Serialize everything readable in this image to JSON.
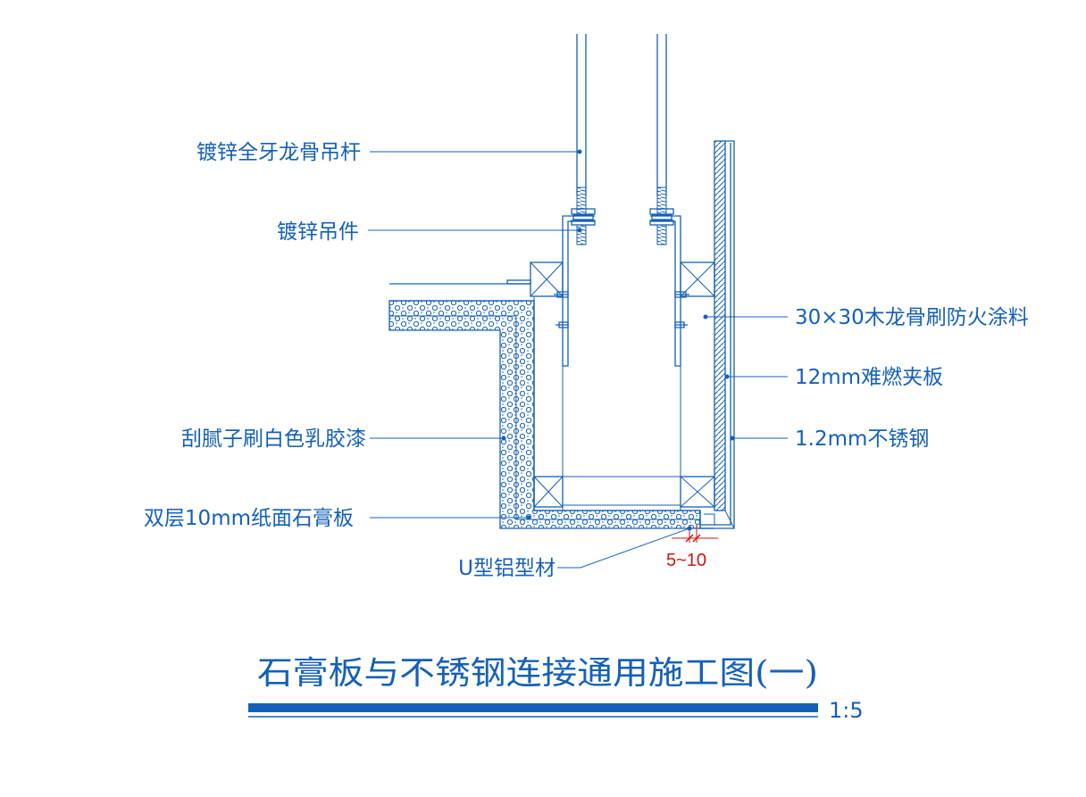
{
  "drawing": {
    "labels": {
      "rod": "镀锌全牙龙骨吊杆",
      "hanger": "镀锌吊件",
      "putty": "刮腻子刷白色乳胶漆",
      "gypsum": "双层10mm纸面石膏板",
      "uchannel": "U型铝型材",
      "wood": "30×30木龙骨刷防火涂料",
      "panel": "12mm难燃夹板",
      "steel": "1.2mm不锈钢"
    },
    "dimension": "5~10",
    "title": "石膏板与不锈钢连接通用施工图(一)",
    "scale": "1:5"
  },
  "colors": {
    "line": "#1560b7",
    "dimension": "#d11414",
    "background": "#ffffff"
  }
}
